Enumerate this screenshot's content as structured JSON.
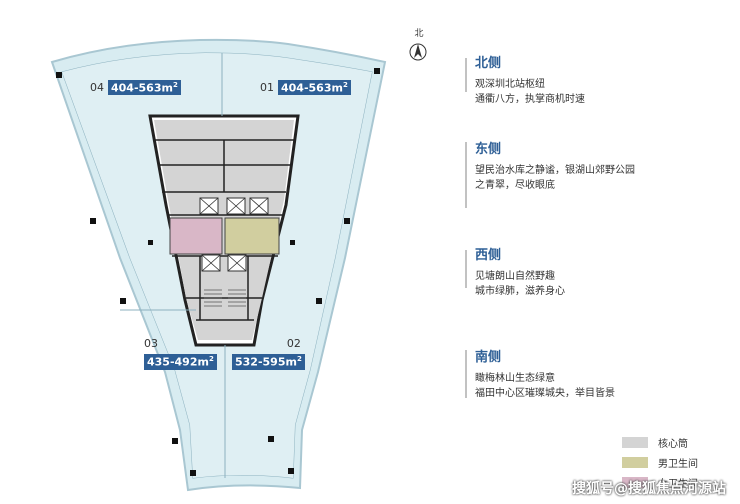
{
  "north": {
    "label": "北"
  },
  "units": [
    {
      "id": "04",
      "area": "404-563m",
      "sup": "2"
    },
    {
      "id": "01",
      "area": "404-563m",
      "sup": "2"
    },
    {
      "id": "03",
      "area": "435-492m",
      "sup": "2"
    },
    {
      "id": "02",
      "area": "532-595m",
      "sup": "2"
    }
  ],
  "sides": [
    {
      "title": "北侧",
      "lines": [
        "观深圳北站枢纽",
        "通衢八方，执掌商机时速"
      ]
    },
    {
      "title": "东侧",
      "lines": [
        "望民治水库之静谧，银湖山郊野公园",
        "之青翠，尽收眼底"
      ]
    },
    {
      "title": "西侧",
      "lines": [
        "见塘朗山自然野趣",
        "城市绿肺，滋养身心"
      ]
    },
    {
      "title": "南侧",
      "lines": [
        "瞰梅林山生态绿意",
        "福田中心区璀璨城央，举目皆景"
      ]
    }
  ],
  "legend": [
    {
      "label": "核心筒",
      "color": "#d4d4d4"
    },
    {
      "label": "男卫生间",
      "color": "#d1ce9f"
    },
    {
      "label": "女卫生间",
      "color": "#d9b7c7"
    }
  ],
  "watermark": "搜狐号@搜狐焦点河源站",
  "colors": {
    "accent": "#2e5f96",
    "glass": "#d8ecf1",
    "line": "#222222"
  }
}
